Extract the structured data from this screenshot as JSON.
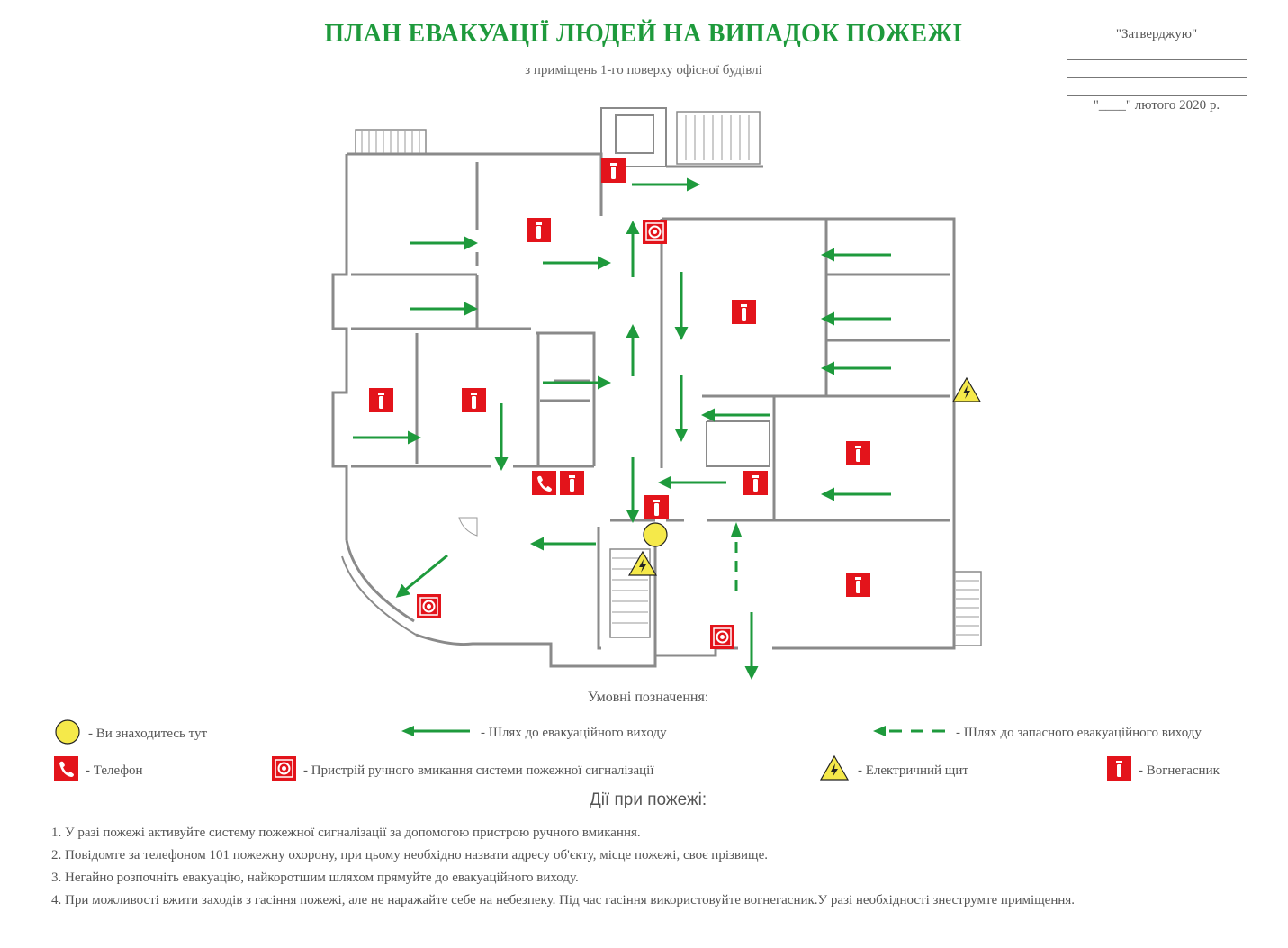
{
  "header": {
    "title": "ПЛАН ЕВАКУАЦІЇ ЛЮДЕЙ НА ВИПАДОК ПОЖЕЖІ",
    "subtitle": "з приміщень 1-го поверху офісної будівлі"
  },
  "approval": {
    "heading": "\"Затверджую\"",
    "date_line": "\"____\" лютого 2020 р."
  },
  "legend": {
    "title": "Умовні позначення:",
    "you_are_here": "- Ви знаходитесь тут",
    "evac_route": "- Шлях до евакуаційного виходу",
    "spare_route": "- Шлях до запасного евакуаційного виходу",
    "phone": "- Телефон",
    "alarm": "- Пристрій ручного вмикання системи пожежної сигналізації",
    "electric": "- Електричний щит",
    "extinguisher": "- Вогнегасник"
  },
  "actions": {
    "title": "Дії при пожежі:",
    "items": [
      "1. У разі пожежі активуйте систему пожежної сигналізації за допомогою пристрою ручного вмикання.",
      "2. Повідомте за телефоном 101 пожежну охорону, при цьому необхідно назвати адресу об'єкту, місце пожежі, своє прізвище.",
      "3. Негайно розпочніть евакуацію, найкоротшим шляхом прямуйте до евакуаційного виходу.",
      "4. При можливості вжити заходів з гасіння пожежі, але не наражайте себе на небезпеку. Під час гасіння використовуйте вогнегасник.У разі необхідності знеструмте приміщення."
    ]
  },
  "colors": {
    "title_green": "#1e9a3c",
    "arrow_green": "#1e9a3c",
    "sign_red": "#e3141b",
    "marker_yellow": "#f5e94a",
    "wall_gray": "#8a8a8a"
  },
  "icons": {
    "extinguisher": "extinguisher-icon",
    "phone": "phone-icon",
    "alarm": "alarm-button-icon",
    "electric": "electric-panel-icon",
    "you_are_here": "you-are-here-icon"
  }
}
